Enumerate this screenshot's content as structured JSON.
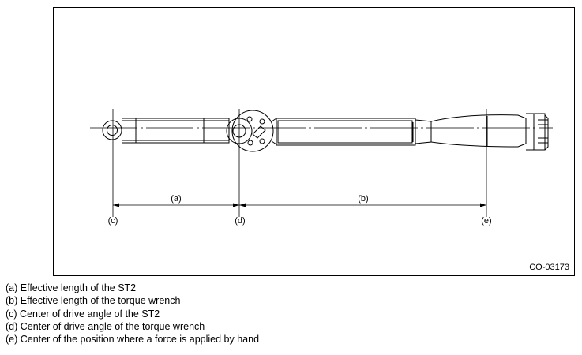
{
  "figure": {
    "code": "CO-03173",
    "dimensions": [
      {
        "label": "(a)"
      },
      {
        "label": "(b)"
      }
    ],
    "points": [
      {
        "label": "(c)"
      },
      {
        "label": "(d)"
      },
      {
        "label": "(e)"
      }
    ]
  },
  "legend": [
    "(a) Effective length of the ST2",
    "(b) Effective length of the torque wrench",
    "(c) Center of drive angle of the ST2",
    "(d) Center of drive angle of the torque wrench",
    "(e) Center of the position where a force is applied by hand"
  ]
}
